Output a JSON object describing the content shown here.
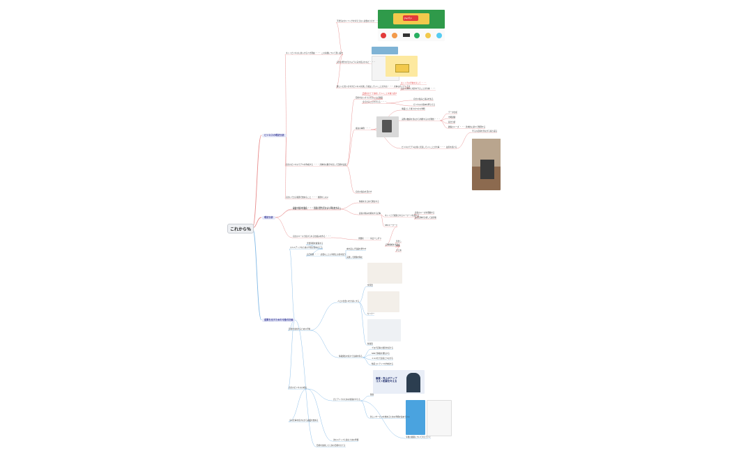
{
  "root": {
    "label": "これから％"
  },
  "branches": {
    "b1": {
      "label": "ビジネスの現状分析"
    },
    "b1a": {
      "label": "ネットビジネスに参入するべき理由 ・・・ この前後について思い返す"
    },
    "b1a1": {
      "label": "不景気のタイミングを考えておく必要あります ・・・"
    },
    "b1a2": {
      "label": "自分の努力がどのように実を結ぶかなど ・・・"
    },
    "b1a3": {
      "label": "難しいと思いますがビジネスを通して成長していくことが大切 ・・・ 大事なポイントです"
    },
    "b1a3a": {
      "label": "ネットでの行動を示して ・・・"
    },
    "b1a3b": {
      "label": "自分で決めた方針を守ることが大事 ・・・"
    },
    "b1b": {
      "label": "自分のビジネスモデルを作成する ・・・ 具体的な数字を出して目標を設定"
    },
    "b1b1": {
      "label": "目的をはっきりさせることが重要"
    },
    "b1b1a": {
      "label": "目標を立てて達成していくことを繰り返す"
    },
    "b1b1b": {
      "label": "今できることを考える ・・・"
    },
    "b1b1c": {
      "label": "自分の強みと弱みを知る"
    },
    "b1b1d": {
      "label": "ビジネスの基本を押さえる"
    },
    "b1b2": {
      "label": "成功の事例 ・・・"
    },
    "b1b2a": {
      "label": "事業として成り立つかの判断"
    },
    "b1b2b": {
      "label": "実際の数値を見ながら判断するのが理想 ・・・"
    },
    "b1b2b1": {
      "label": "データ分析"
    },
    "b1b2b2": {
      "label": "市場調査"
    },
    "b1b2b3": {
      "label": "競合分析"
    },
    "b1b2b4": {
      "label": "顧客のニーズ ・・・ 具体的に調べて整理する"
    },
    "b1b2c": {
      "label": "ビジネスモデルは常に見直していくことが大事 ・・・ 改善を続ける"
    },
    "b1b2c1": {
      "label": "手元の記録を見ながら振り返る"
    },
    "b1b3": {
      "label": "自分の強みを活かす"
    },
    "b1c": {
      "label": "自分にできる範囲で始めること ・・・ 無理をしない"
    },
    "b2": {
      "label": "現状分析"
    },
    "b2a": {
      "label": "副業ブログの運営 ・・・ 自分に合ったスタイルを見つける"
    },
    "b2b": {
      "label": "自分の強みを知る ・・・ 得意分野を活かした発信をする"
    },
    "b2b1": {
      "label": "情報をまとめて発信する"
    },
    "b2b2": {
      "label": "読者の悩みを解決する記事"
    },
    "b2b2a": {
      "label": "ネット上で検索されるキーワードを調べる"
    },
    "b2b2a1": {
      "label": "読者のニーズを把握する"
    },
    "b2b2a2": {
      "label": "競合記事を分析して差別化"
    },
    "b2b2b": {
      "label": "SEOキーワード"
    },
    "b2b2b1": {
      "label": "記事構成を考える"
    },
    "b2b2b1a": {
      "label": "見出し"
    },
    "b2b2b1b": {
      "label": "本文"
    },
    "b2b2b1c": {
      "label": "まとめ"
    },
    "b2c": {
      "label": "自分のペースで続けられる仕組みを作る ・・・"
    },
    "b2c1": {
      "label": "習慣化 ・・・ 毎日少しずつ"
    },
    "b3": {
      "label": "成果を出すための今後の計画"
    },
    "b3a": {
      "label": "スキルアップのための学習計画を立てる"
    },
    "b3a1": {
      "label": "学習時間を確保する"
    },
    "b3a2": {
      "label": "自己投資 ・・・ 必要なことに時間とお金を使う"
    },
    "b3a2a": {
      "label": "本を読んで知識を増やす"
    },
    "b3a2b": {
      "label": "実践して経験を積む"
    },
    "b3b": {
      "label": "目標を達成するための行動"
    },
    "b3b1": {
      "label": "人との出会いを大切にする"
    },
    "b3b1a": {
      "label": "交流会"
    },
    "b3b1b": {
      "label": "セミナー"
    },
    "b3b1c": {
      "label": "勉強会"
    },
    "b3b2": {
      "label": "情報発信を続けて信頼を得る"
    },
    "b3b2a": {
      "label": "ブログ記事の更新を続ける"
    },
    "b3b2b": {
      "label": "SNSで情報を発信する"
    },
    "b3b2c": {
      "label": "メルマガで読者とつながる"
    },
    "b3b2d": {
      "label": "動画コンテンツを作成する"
    },
    "b3c": {
      "label": "自分のビジネスの成長"
    },
    "b3c1": {
      "label": "売上アップのための施策を考える"
    },
    "b3c1a": {
      "label": "集客"
    },
    "b3c1b": {
      "label": "新しいサービスを始めるための準備を進めていく"
    },
    "b3c1c": {
      "label": "今後の展開について考えていく"
    },
    "b3c2": {
      "label": "今の仕事を続けながら副業を始める"
    },
    "b3d": {
      "label": "次のステップに進むための準備"
    },
    "b3d1": {
      "label": "目標を達成したら次の目標を立てる"
    }
  },
  "images": {
    "banner_text": "ジャパン",
    "ad_headline": "事業・売上がアップ\nコスト削減を叶える"
  }
}
